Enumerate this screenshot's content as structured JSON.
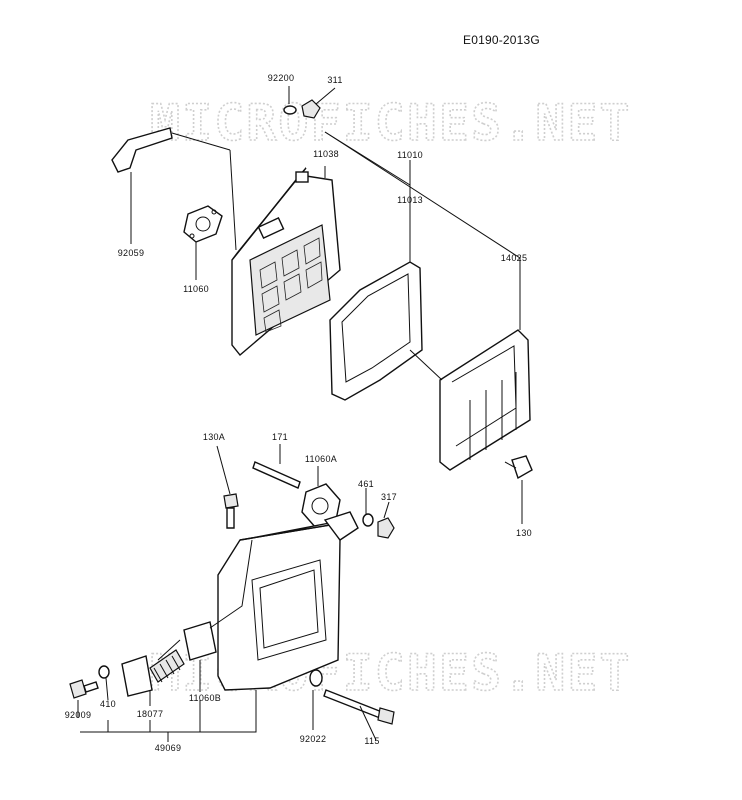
{
  "diagram_code": "E0190-2013G",
  "watermark": "MICROFICHES.NET",
  "part_labels": {
    "p92200": "92200",
    "p311": "311",
    "p11038": "11038",
    "p11010": "11010",
    "p11013": "11013",
    "p14025": "14025",
    "p92059": "92059",
    "p11060": "11060",
    "p130A": "130A",
    "p171": "171",
    "p11060A": "11060A",
    "p461": "461",
    "p317": "317",
    "p130": "130",
    "p92009": "92009",
    "p410": "410",
    "p18077": "18077",
    "p11060B": "11060B",
    "p92022": "92022",
    "p115": "115",
    "p49069": "49069"
  }
}
